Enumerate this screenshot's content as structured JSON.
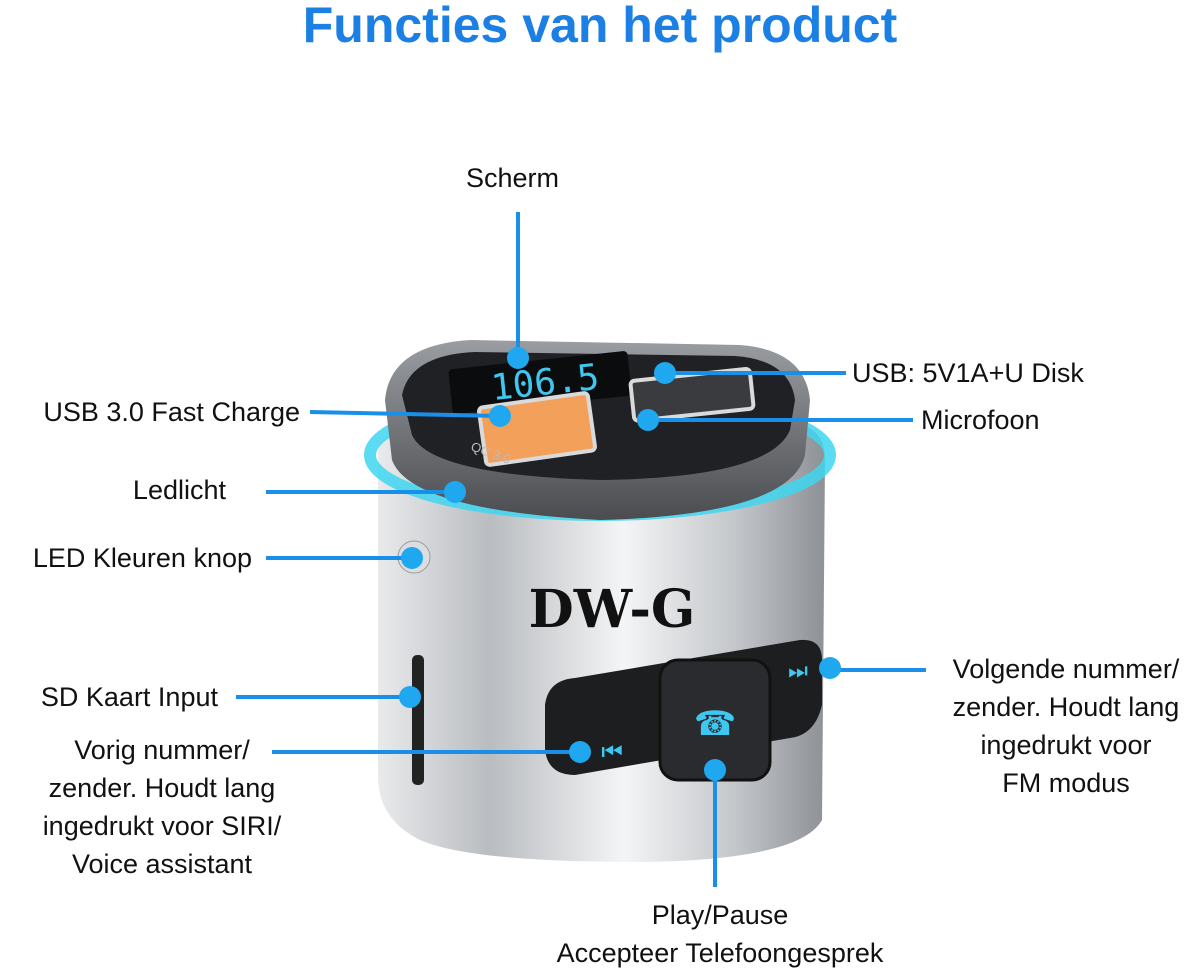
{
  "title": "Functies van het product",
  "device": {
    "brand": "DW-G",
    "display": "106.5",
    "port_label": "QC 3.0"
  },
  "labels": {
    "scherm": "Scherm",
    "usb_disk": "USB: 5V1A+U Disk",
    "microfoon": "Microfoon",
    "usb_fast": "USB 3.0 Fast Charge",
    "ledlicht": "Ledlicht",
    "led_knop": "LED Kleuren knop",
    "sd": "SD Kaart Input",
    "vorig": [
      "Vorig nummer/",
      "zender. Houdt lang",
      "ingedrukt voor SIRI/",
      "Voice assistant"
    ],
    "volgende": [
      "Volgende nummer/",
      "zender. Houdt lang",
      "ingedrukt voor",
      "FM modus"
    ],
    "play": [
      "Play/Pause",
      "Accepteer Telefoongesprek"
    ]
  },
  "colors": {
    "accent": "#1b7fe3",
    "callout": "#1a8fe8",
    "led": "#3fd6f0"
  }
}
